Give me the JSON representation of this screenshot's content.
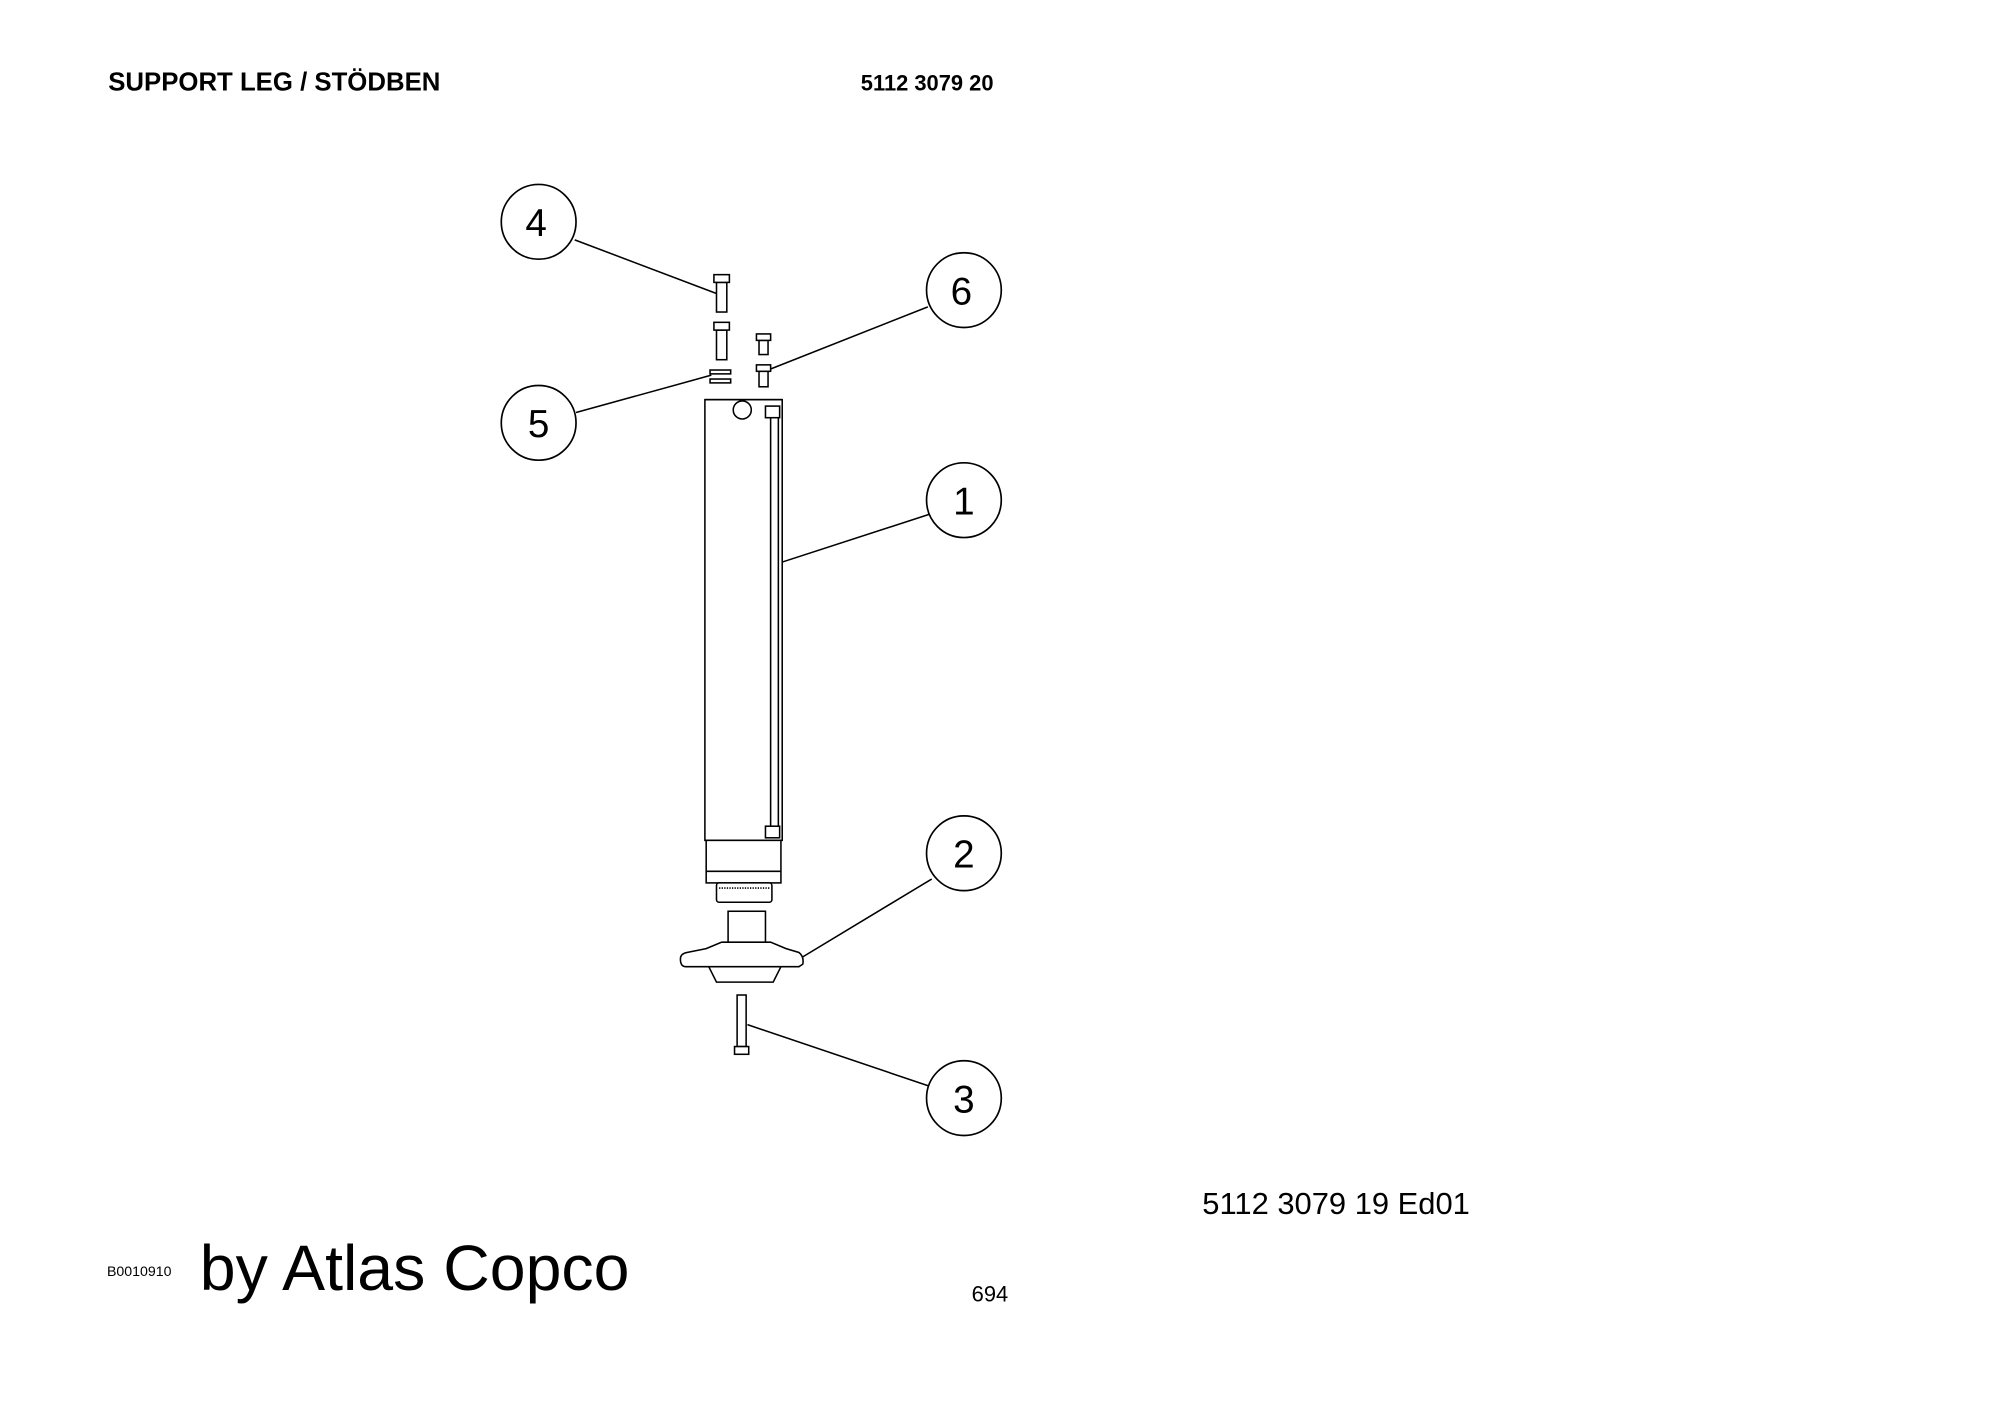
{
  "header": {
    "title": "SUPPORT LEG / STÖDBEN",
    "part_number": "5112 3079 20"
  },
  "drawing": {
    "callouts": [
      "1",
      "2",
      "3",
      "4",
      "5",
      "6"
    ]
  },
  "footer": {
    "doc_number": "5112 3079 19  Ed01",
    "image_code": "B0010910",
    "watermark": "by Atlas Copco",
    "page_number": "694"
  }
}
